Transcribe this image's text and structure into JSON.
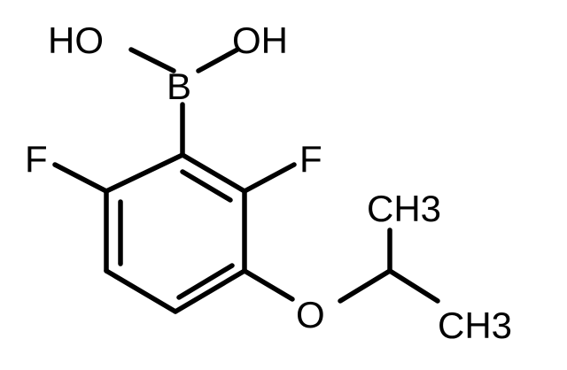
{
  "molecule": {
    "labels": {
      "ho_left": "HO",
      "oh_right": "OH",
      "boron": "B",
      "fluoro_left": "F",
      "fluoro_right": "F",
      "ether_oxygen": "O",
      "methyl_top": "CH3",
      "methyl_bottom": "CH3"
    }
  }
}
